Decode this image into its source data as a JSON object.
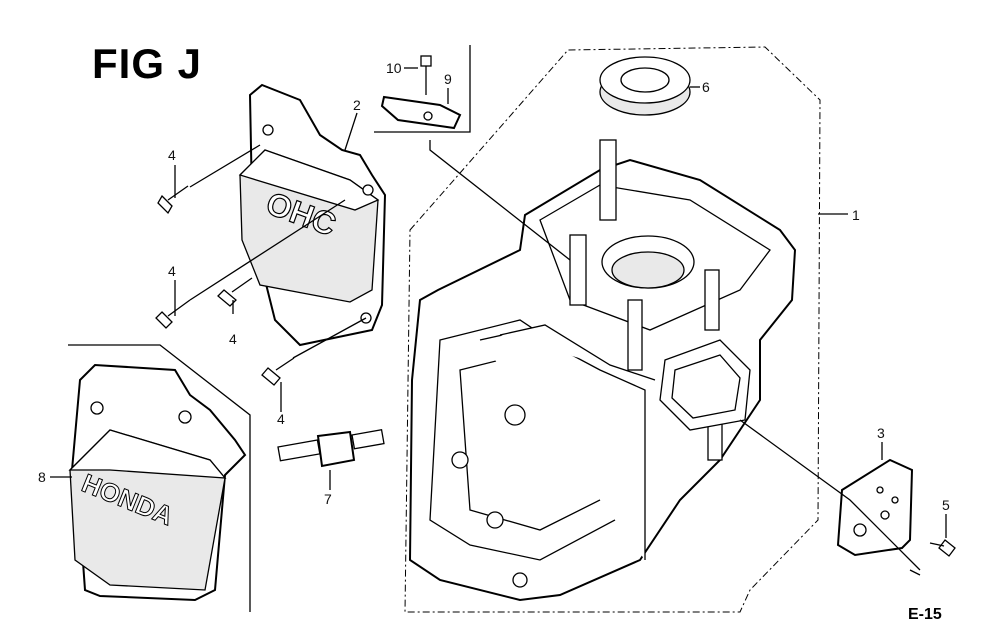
{
  "figure": {
    "title": "FIG J",
    "reference": "E-15"
  },
  "embossed_text": {
    "shroud_brand": "HONDA",
    "cover_mark": "OHC"
  },
  "callouts": [
    {
      "id": "c1",
      "label": "1",
      "part": "cylinder-block"
    },
    {
      "id": "c2",
      "label": "2",
      "part": "head-cover"
    },
    {
      "id": "c3",
      "label": "3",
      "part": "side-plate"
    },
    {
      "id": "c4a",
      "label": "4",
      "part": "bolt"
    },
    {
      "id": "c4b",
      "label": "4",
      "part": "bolt"
    },
    {
      "id": "c4c",
      "label": "4",
      "part": "bolt"
    },
    {
      "id": "c4d",
      "label": "4",
      "part": "bolt"
    },
    {
      "id": "c5",
      "label": "5",
      "part": "bolt"
    },
    {
      "id": "c6",
      "label": "6",
      "part": "oil-seal"
    },
    {
      "id": "c7",
      "label": "7",
      "part": "spark-plug"
    },
    {
      "id": "c8",
      "label": "8",
      "part": "head-cover-shroud"
    },
    {
      "id": "c9",
      "label": "9",
      "part": "plate"
    },
    {
      "id": "c10",
      "label": "10",
      "part": "bolt"
    }
  ]
}
